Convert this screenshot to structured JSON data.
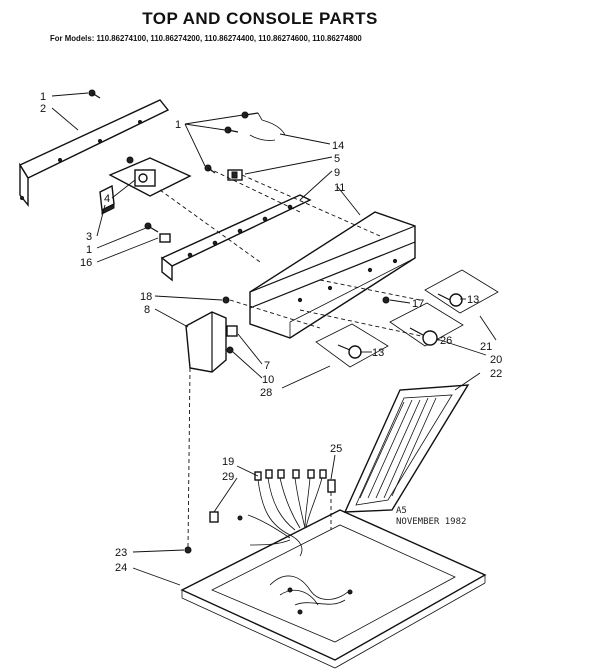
{
  "header": {
    "title": "TOP AND CONSOLE PARTS",
    "models": "For Models: 110.86274100, 110.86274200, 110.86274400, 110.86274600, 110.86274800"
  },
  "stamp": {
    "code": "A5",
    "date": "NOVEMBER 1982"
  },
  "callouts": [
    "1",
    "2",
    "1",
    "14",
    "5",
    "9",
    "11",
    "3",
    "4",
    "1",
    "16",
    "18",
    "8",
    "17",
    "13",
    "21",
    "26",
    "13",
    "7",
    "10",
    "28",
    "20",
    "22",
    "19",
    "29",
    "25",
    "23",
    "24"
  ]
}
